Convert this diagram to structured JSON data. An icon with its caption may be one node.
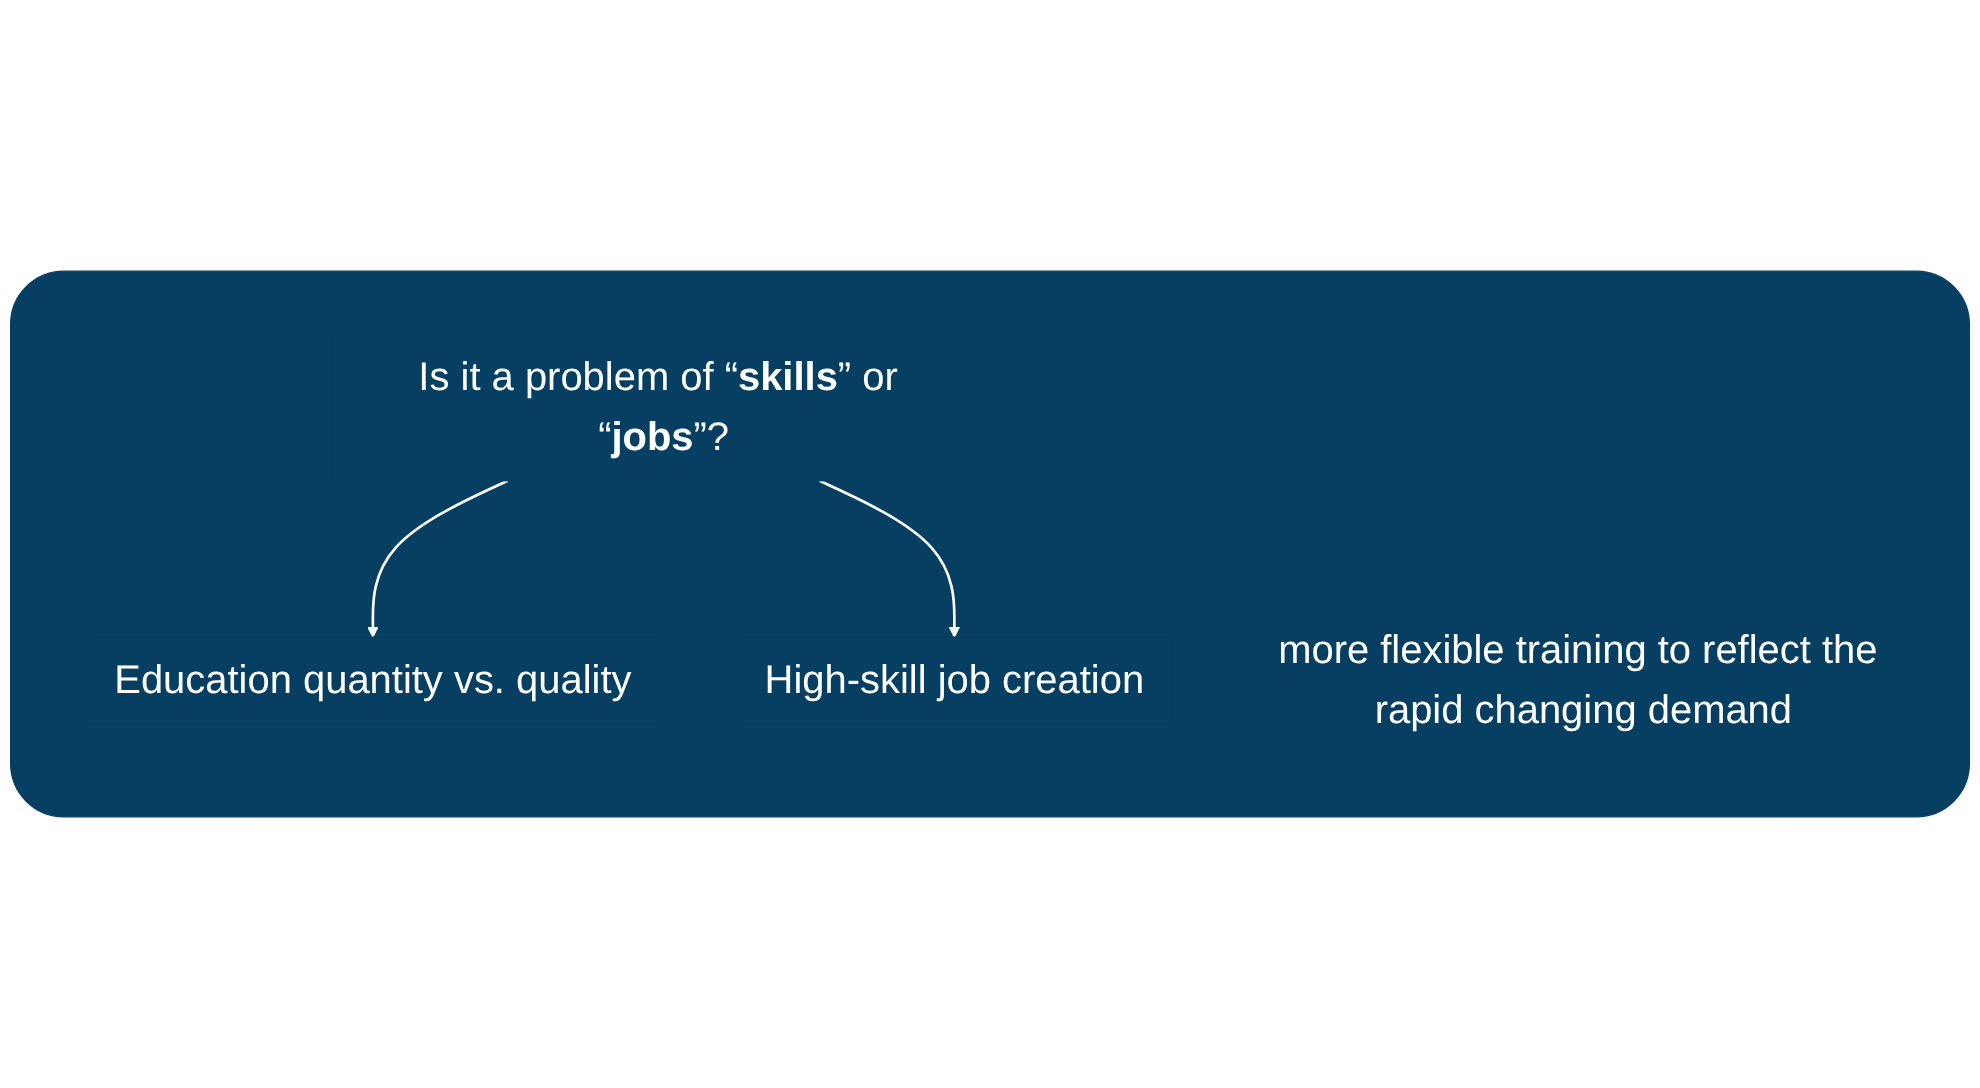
{
  "diagram": {
    "nodes": [
      {
        "text": [],
        "shape": "box"
      },
      {
        "text": [
          "Is it a problem of “**skills**” or “**jobs**”?"
        ],
        "in": 0
      },
      {
        "text": [
          "Education quantity vs. quality"
        ],
        "in": 0
      },
      {
        "text": [
          "High-skill job creation"
        ],
        "in": 0
      },
      {
        "text": [
          "more flexible training to reflect the rapid changing demand"
        ],
        "in": 0
      }
    ],
    "edges": [
      {
        "from": 1,
        "to": 2,
        "arrow": "to"
      },
      {
        "from": 1,
        "to": 3,
        "arrow": "to"
      }
    ]
  }
}
